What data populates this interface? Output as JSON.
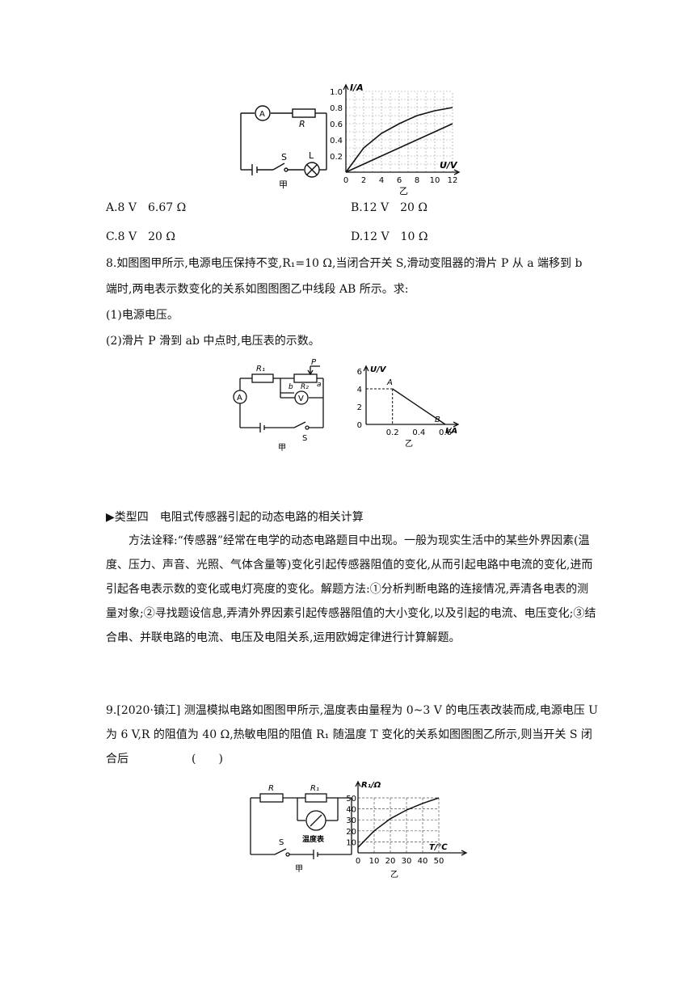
{
  "fig_top": {
    "circuit": {
      "ammeter": "A",
      "resistor": "R",
      "switch": "S",
      "lamp": "L",
      "caption": "甲"
    },
    "graph": {
      "ylabel": "I/A",
      "xlabel": "U/V",
      "yticks": [
        "1.0",
        "0.8",
        "0.6",
        "0.4",
        "0.2"
      ],
      "xticks": [
        "0",
        "2",
        "4",
        "6",
        "8",
        "10",
        "12"
      ],
      "caption": "乙"
    }
  },
  "q7_options": {
    "A": "A.8 V　6.67 Ω",
    "B": "B.12 V　20 Ω",
    "C": "C.8 V　20 Ω",
    "D": "D.12 V　10 Ω"
  },
  "q8": {
    "line1": "8.如图图甲所示,电源电压保持不变,R₁=10 Ω,当闭合开关 S,滑动变阻器的滑片 P 从 a 端移到 b",
    "line2": "端时,两电表示数变化的关系如图图图乙中线段 AB 所示。求:",
    "sub1": "(1)电源电压。",
    "sub2": "(2)滑片 P 滑到 ab 中点时,电压表的示数。"
  },
  "fig_mid": {
    "circuit": {
      "r1": "R₁",
      "p": "P",
      "r2": "R₂",
      "b": "b",
      "a": "a",
      "voltmeter": "V",
      "ammeter": "A",
      "switch": "S",
      "caption": "甲"
    },
    "graph": {
      "ylabel": "U/V",
      "xlabel": "I/A",
      "yticks": [
        "6",
        "4",
        "2",
        "0"
      ],
      "xticks": [
        "0.2",
        "0.4",
        "0.6"
      ],
      "point_a": "A",
      "point_b": "B",
      "caption": "乙"
    }
  },
  "section": {
    "title": "▶类型四　电阻式传感器引起的动态电路的相关计算",
    "method": "方法诠释:“传感器”经常在电学的动态电路题目中出现。一般为现实生活中的某些外界因素(温度、压力、声音、光照、气体含量等)变化引起传感器阻值的变化,从而引起电路中电流的变化,进而引起各电表示数的变化或电灯亮度的变化。解题方法:①分析判断电路的连接情况,弄清各电表的测量对象;②寻找题设信息,弄清外界因素引起传感器阻值的大小变化,以及引起的电流、电压变化;③结合串、并联电路的电流、电压及电阻关系,运用欧姆定律进行计算解题。"
  },
  "q9": {
    "text": "9.[2020·镇江]  测温模拟电路如图图甲所示,温度表由量程为 0~3 V 的电压表改装而成,电源电压 U 为 6 V,R 的阻值为 40 Ω,热敏电阻的阻值 R₁ 随温度 T 变化的关系如图图图乙所示,则当开关 S 闭合后",
    "blank": "(　　)"
  },
  "fig_bottom": {
    "circuit": {
      "r": "R",
      "r1": "R₁",
      "meter": "温度表",
      "switch": "S",
      "caption": "甲"
    },
    "graph": {
      "ylabel": "R₁/Ω",
      "xlabel": "T/℃",
      "yticks": [
        "50",
        "40",
        "30",
        "20",
        "10"
      ],
      "xticks": [
        "0",
        "10",
        "20",
        "30",
        "40",
        "50"
      ],
      "caption": "乙"
    }
  },
  "chart_data": [
    {
      "type": "line",
      "xlabel": "U/V",
      "ylabel": "I/A",
      "xlim": [
        0,
        12
      ],
      "ylim": [
        0,
        1.0
      ],
      "grid": true,
      "series": [
        {
          "x": [
            0,
            2,
            4,
            6,
            8,
            10,
            12
          ],
          "y": [
            0,
            0.3,
            0.48,
            0.6,
            0.7,
            0.76,
            0.8
          ]
        },
        {
          "x": [
            0,
            12
          ],
          "y": [
            0,
            0.6
          ]
        }
      ]
    },
    {
      "type": "line",
      "xlabel": "I/A",
      "ylabel": "U/V",
      "xlim": [
        0,
        0.6
      ],
      "ylim": [
        0,
        6
      ],
      "grid": false,
      "series": [
        {
          "x": [
            0.2,
            0.6
          ],
          "y": [
            4,
            0
          ]
        }
      ]
    },
    {
      "type": "line",
      "xlabel": "T/℃",
      "ylabel": "R₁/Ω",
      "xlim": [
        0,
        50
      ],
      "ylim": [
        0,
        50
      ],
      "grid": true,
      "series": [
        {
          "x": [
            0,
            10,
            20,
            30,
            40,
            50
          ],
          "y": [
            5,
            20,
            31,
            39,
            45,
            50
          ]
        }
      ]
    }
  ]
}
